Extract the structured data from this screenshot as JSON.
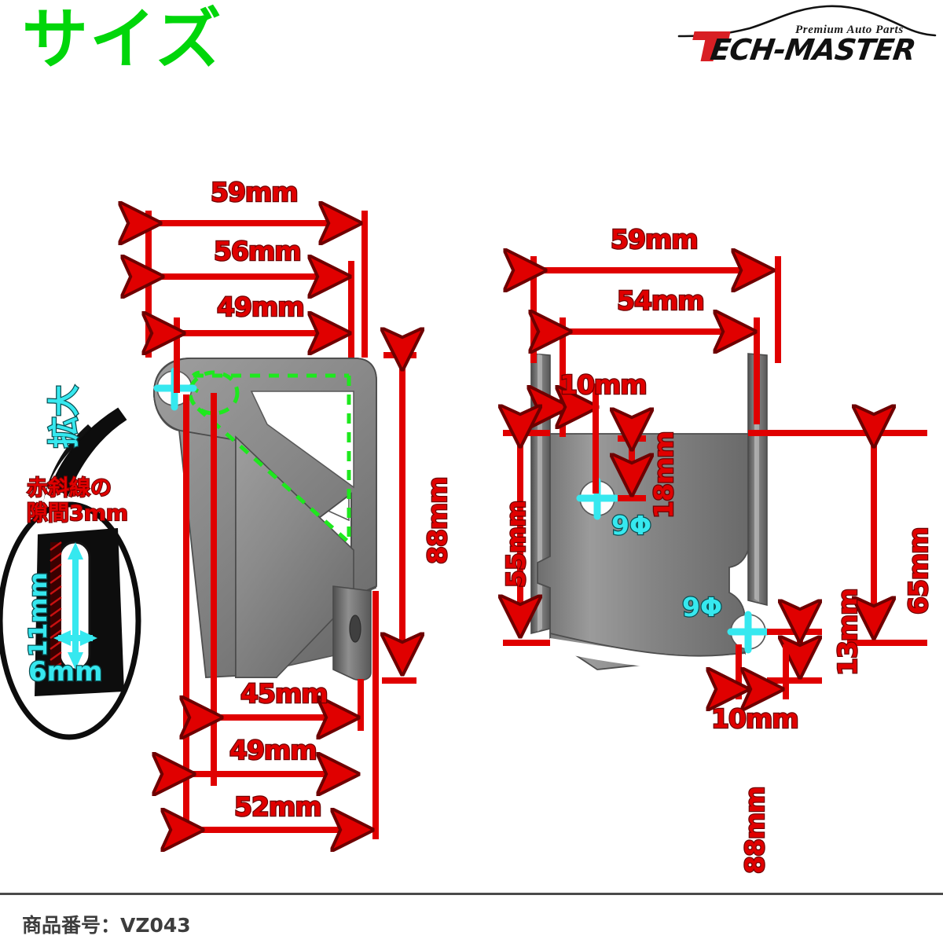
{
  "header": {
    "title": "サイズ",
    "title_color": "#00d60a",
    "logo_brand": "TECH-MASTER",
    "logo_tagline": "Premium Auto Parts",
    "logo_accent_color": "#d81f24"
  },
  "footer": {
    "product_number_label": "商品番号：VZ043"
  },
  "colors": {
    "dimension_red": "#e00000",
    "dimension_outline": "#6e0000",
    "callout_cyan": "#36e8ef",
    "overlay_green": "#1ee81e",
    "metal_gray": "#8a8a8a"
  },
  "magnified_callout": {
    "zoom_label": "拡大",
    "gap_note": "赤斜線の\n隙間3mm",
    "gap_note_line1": "赤斜線の",
    "gap_note_line2": "隙間3mm",
    "height_label": "11mm",
    "width_label": "6mm"
  },
  "left_view": {
    "name": "side-bracket-profile-view",
    "dimensions_top": [
      {
        "label": "59mm",
        "value": 59,
        "unit": "mm",
        "orientation": "horizontal"
      },
      {
        "label": "56mm",
        "value": 56,
        "unit": "mm",
        "orientation": "horizontal"
      },
      {
        "label": "49mm",
        "value": 49,
        "unit": "mm",
        "orientation": "horizontal"
      }
    ],
    "dimensions_bottom": [
      {
        "label": "45mm",
        "value": 45,
        "unit": "mm",
        "orientation": "horizontal"
      },
      {
        "label": "49mm",
        "value": 49,
        "unit": "mm",
        "orientation": "horizontal"
      },
      {
        "label": "52mm",
        "value": 52,
        "unit": "mm",
        "orientation": "horizontal"
      }
    ],
    "dimensions_vertical": [
      {
        "label": "88mm",
        "value": 88,
        "unit": "mm",
        "orientation": "vertical"
      }
    ]
  },
  "right_view": {
    "name": "front-bracket-channel-view",
    "dimensions_top": [
      {
        "label": "59mm",
        "value": 59,
        "unit": "mm",
        "orientation": "horizontal"
      },
      {
        "label": "54mm",
        "value": 54,
        "unit": "mm",
        "orientation": "horizontal"
      },
      {
        "label": "10mm",
        "value": 10,
        "unit": "mm",
        "orientation": "horizontal"
      }
    ],
    "dimensions_vertical": [
      {
        "label": "55mm",
        "value": 55,
        "unit": "mm",
        "orientation": "vertical"
      },
      {
        "label": "18mm",
        "value": 18,
        "unit": "mm",
        "orientation": "vertical"
      },
      {
        "label": "65mm",
        "value": 65,
        "unit": "mm",
        "orientation": "vertical"
      },
      {
        "label": "13mm",
        "value": 13,
        "unit": "mm",
        "orientation": "vertical"
      },
      {
        "label": "88mm",
        "value": 88,
        "unit": "mm",
        "orientation": "vertical"
      }
    ],
    "dimensions_bottom": [
      {
        "label": "10mm",
        "value": 10,
        "unit": "mm",
        "orientation": "horizontal"
      }
    ],
    "hole_callouts": [
      {
        "label": "9Φ",
        "diameter": 9,
        "unit": "mm",
        "position": "upper-left"
      },
      {
        "label": "9Φ",
        "diameter": 9,
        "unit": "mm",
        "position": "lower-right"
      }
    ]
  }
}
